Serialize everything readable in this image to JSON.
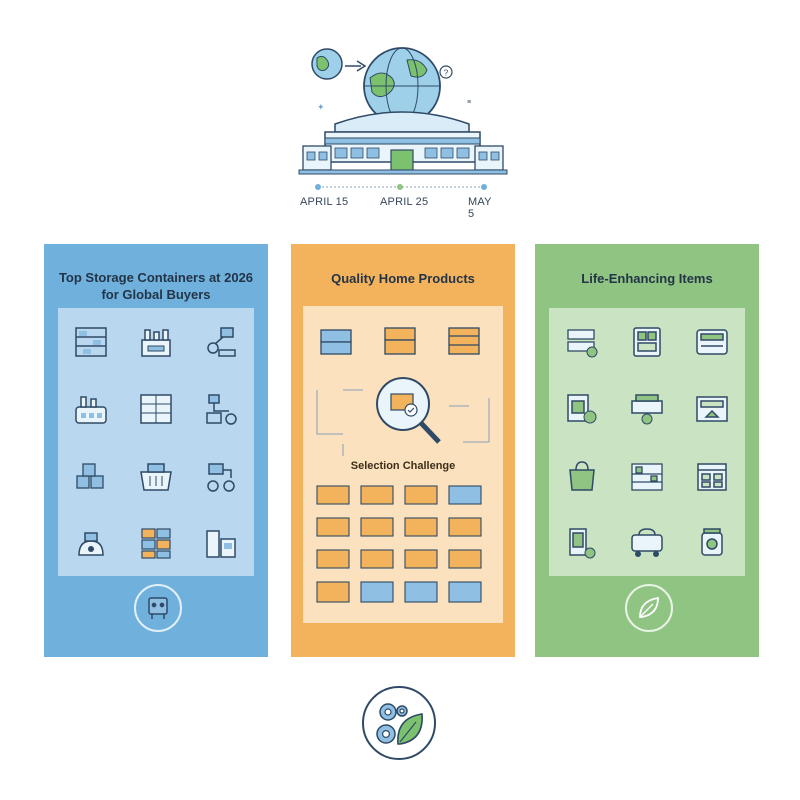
{
  "timeline": {
    "dates": [
      "APRIL 15",
      "APRIL 25",
      "MAY 5"
    ]
  },
  "panels": [
    {
      "title": "Top Storage Containers at 2026 for Global Buyers"
    },
    {
      "title": "Quality Home Products",
      "sub_label": "Selection Challenge"
    },
    {
      "title": "Life-Enhancing Items"
    }
  ],
  "colors": {
    "panel1": "#6fb0dd",
    "panel2": "#f3b35c",
    "panel3": "#8fc482",
    "outline": "#2f4a66"
  },
  "icons": {
    "header": [
      "globe-arrow-icon",
      "globe-icon",
      "convention-center-icon"
    ],
    "panel1": [
      "shelf-icon",
      "factory-icon",
      "robot-arm-icon",
      "factory-icon",
      "rack-icon",
      "conveyor-icon",
      "box-stack-icon",
      "basket-icon",
      "robot-arm-icon",
      "forklift-icon",
      "pallet-icon",
      "machine-icon"
    ],
    "panel3": [
      "food-container-icon",
      "tablet-icon",
      "appliance-icon",
      "pouch-icon",
      "lunchbox-icon",
      "device-icon",
      "bag-icon",
      "pantry-icon",
      "calendar-icon",
      "phone-icon",
      "cooler-icon",
      "jar-icon"
    ],
    "badges": [
      "robot-icon",
      "leaf-icon",
      "gears-leaf-icon"
    ]
  }
}
